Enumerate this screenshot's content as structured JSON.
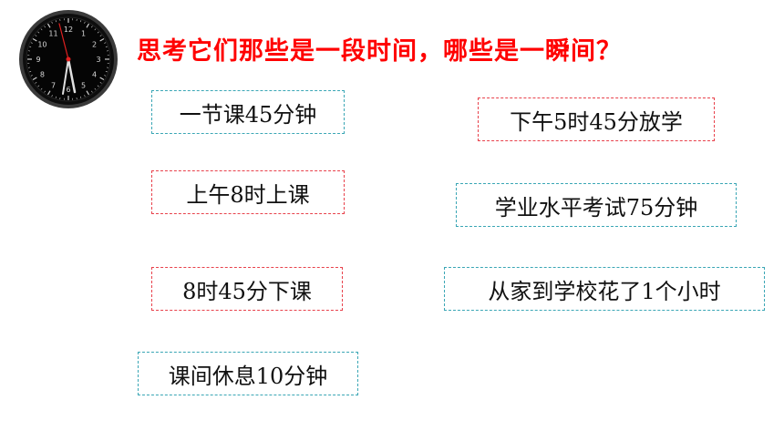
{
  "title": "思考它们那些是一段时间，哪些是一瞬间？",
  "colors": {
    "title": "#ff0000",
    "dash_teal": "#3aa6b5",
    "dash_red": "#e8414b"
  },
  "clock": {
    "icon": "clock-icon"
  },
  "items": [
    {
      "label": "一节课45分钟"
    },
    {
      "label": "上午8时上课"
    },
    {
      "label": "8时45分下课"
    },
    {
      "label": "课间休息10分钟"
    },
    {
      "label": "下午5时45分放学"
    },
    {
      "label": "学业水平考试75分钟"
    },
    {
      "label": "从家到学校花了1个小时"
    }
  ]
}
